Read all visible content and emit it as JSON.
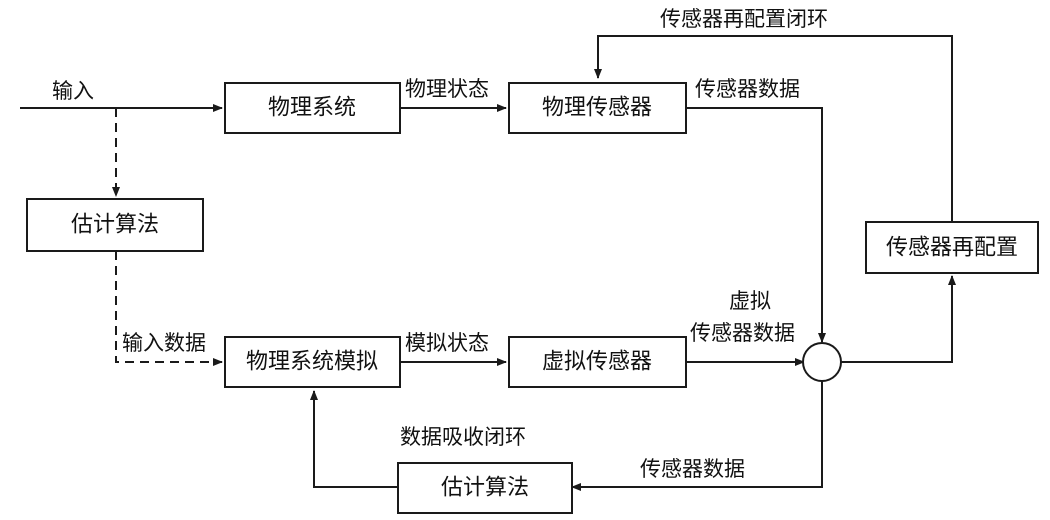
{
  "blocks": {
    "physical_system": "物理系统",
    "physical_sensor": "物理传感器",
    "estimation_top": "估计算法",
    "physical_system_sim": "物理系统模拟",
    "virtual_sensor": "虚拟传感器",
    "sensor_reconfig": "传感器再配置",
    "estimation_bottom": "估计算法"
  },
  "labels": {
    "input": "输入",
    "physical_state": "物理状态",
    "sensor_data_top": "传感器数据",
    "reconfig_loop": "传感器再配置闭环",
    "input_data": "输入数据",
    "simulated_state": "模拟状态",
    "virtual_sensor_data_line1": "虚拟",
    "virtual_sensor_data_line2": "传感器数据",
    "assimilation_loop": "数据吸收闭环",
    "sensor_data_bottom": "传感器数据"
  }
}
